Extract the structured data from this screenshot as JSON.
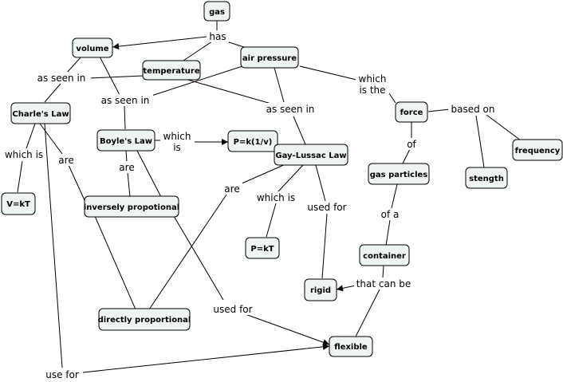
{
  "nodes": {
    "gas": "gas",
    "volume": "volume",
    "temperature": "temperature",
    "air_pressure": "air pressure",
    "charles_law": "Charle's Law",
    "boyles_law": "Boyle's Law",
    "pk": "P=k(1/v)",
    "gay_lussac_law": "Gay-Lussac Law",
    "force": "force",
    "frequency": "frequency",
    "gas_particles": "gas particles",
    "stength": "stength",
    "vkt": "V=kT",
    "inversely": "inversely propotional",
    "pkt": "P=kT",
    "container": "container",
    "rigid": "rigid",
    "directly": "directly proportional",
    "flexible": "flexible"
  },
  "links": {
    "has": "has",
    "as_seen_in_1": "as seen in",
    "as_seen_in_2": "as seen in",
    "as_seen_in_3": "as seen in",
    "which_is_the_1": "which",
    "which_is_the_2": "is the",
    "based_on": "based on",
    "which_is_1": "which is",
    "are_1": "are",
    "which_is_2a": "which",
    "which_is_2b": "is",
    "are_2": "are",
    "of": "of",
    "are_3": "are",
    "which_is_3": "which is",
    "used_for_1": "used for",
    "of_a": "of a",
    "that_can_be": "that can be",
    "used_for_2": "used for",
    "use_for": "use for"
  }
}
